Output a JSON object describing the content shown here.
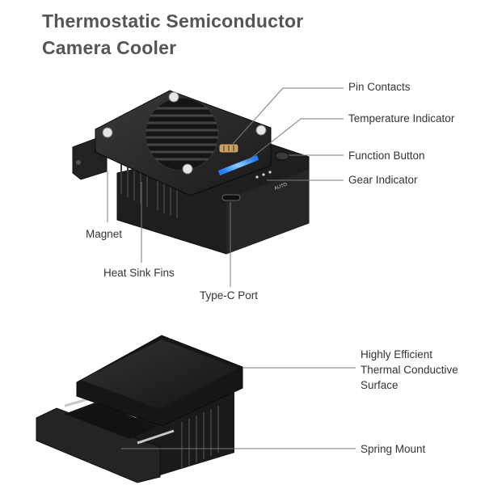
{
  "title": {
    "line1": "Thermostatic Semiconductor",
    "line2": "Camera Cooler"
  },
  "top_callouts": {
    "pin_contacts": "Pin Contacts",
    "temperature_indicator": "Temperature Indicator",
    "function_button": "Function Button",
    "gear_indicator": "Gear Indicator",
    "magnet": "Magnet",
    "heat_sink_fins": "Heat Sink Fins",
    "type_c_port": "Type-C Port"
  },
  "bottom_callouts": {
    "surface_line1": "Highly Efficient",
    "surface_line2": "Thermal Conductive",
    "surface_line3": "Surface",
    "spring_mount": "Spring Mount"
  },
  "device_markings": {
    "auto": "AUTO"
  },
  "colors": {
    "title": "#555555",
    "label": "#333333",
    "leader_line": "#7a7a7a",
    "device_body": "#1c1c1c",
    "indicator_blue": "#2f8fff"
  }
}
